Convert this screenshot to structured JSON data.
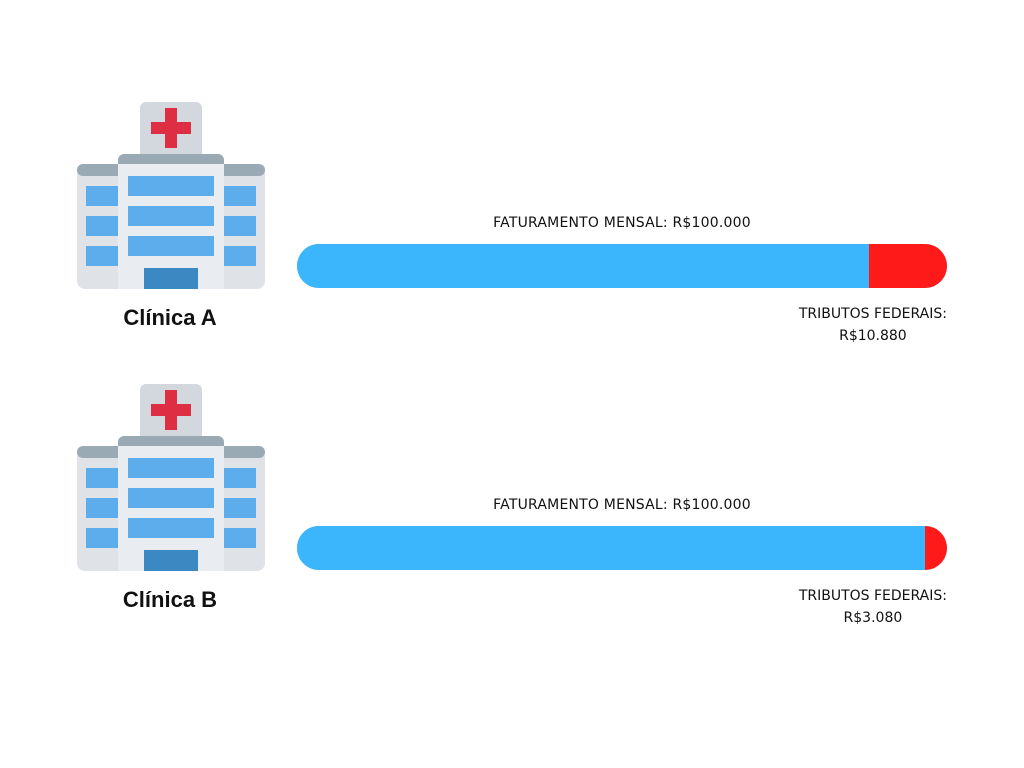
{
  "chart_data": [
    {
      "type": "bar",
      "clinic": "Clínica A",
      "revenue_label": "FATURAMENTO MENSAL: R$100.000",
      "revenue": 100000,
      "tax_label_line1": "TRIBUTOS FEDERAIS:",
      "tax_label_line2": "R$10.880",
      "tax": 10880
    },
    {
      "type": "bar",
      "clinic": "Clínica B",
      "revenue_label": "FATURAMENTO MENSAL: R$100.000",
      "revenue": 100000,
      "tax_label_line1": "TRIBUTOS FEDERAIS:",
      "tax_label_line2": "R$3.080",
      "tax": 3080
    }
  ],
  "colors": {
    "revenue": "#3bb5fb",
    "tax": "#ff1a1a",
    "building_wall": "#dfe3e8",
    "building_roof": "#99aab5",
    "window": "#5dadec",
    "door": "#3b88c3",
    "cross": "#dd2e44"
  },
  "icons": {
    "clinic_icon": "hospital-icon"
  }
}
